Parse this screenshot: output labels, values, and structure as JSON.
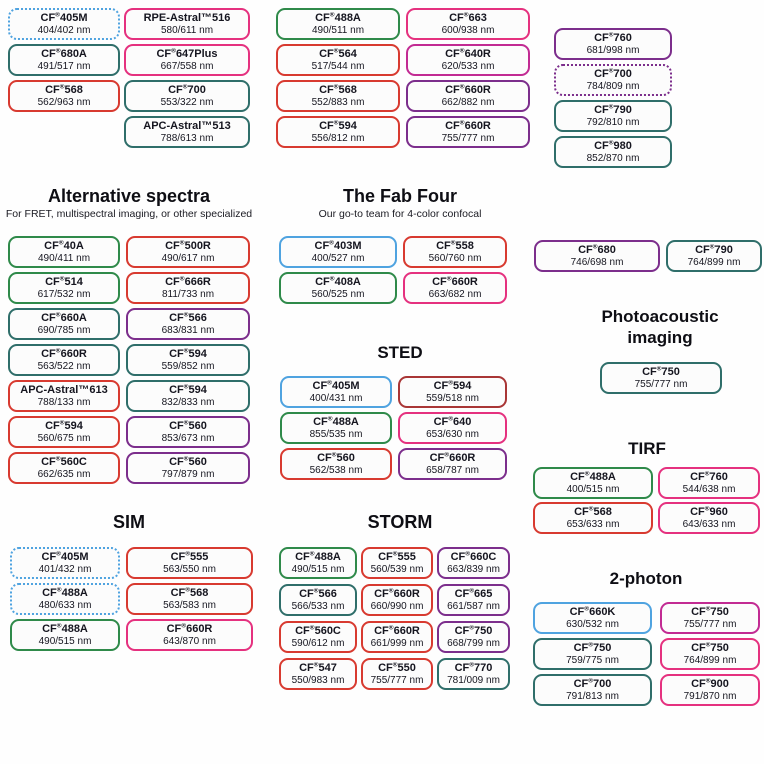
{
  "palette": {
    "blue": "#4fa3e0",
    "green": "#2f8a4a",
    "teal": "#2f6e6a",
    "red": "#d83a30",
    "pink": "#e5317f",
    "magenta": "#c22b93",
    "purple": "#7c2e8c",
    "darkred": "#a93636"
  },
  "sections": {
    "top_left_col1": {
      "pills": [
        {
          "name": "CF®405M",
          "range": "404/402 nm",
          "color": "blue",
          "style": "dotted"
        },
        {
          "name": "CF®680A",
          "range": "491/517 nm",
          "color": "teal"
        },
        {
          "name": "CF®568",
          "range": "562/963 nm",
          "color": "red"
        }
      ]
    },
    "top_left_col2": {
      "pills": [
        {
          "name": "RPE-Astral™516",
          "range": "580/611 nm",
          "color": "pink"
        },
        {
          "name": "CF®647Plus",
          "range": "667/558 nm",
          "color": "pink"
        },
        {
          "name": "CF®700",
          "range": "553/322 nm",
          "color": "teal"
        },
        {
          "name": "APC-Astral™513",
          "range": "788/613 nm",
          "color": "teal"
        }
      ]
    },
    "top_mid": {
      "pills": [
        {
          "name": "CF®488A",
          "range": "490/511 nm",
          "color": "green"
        },
        {
          "name": "CF®663",
          "range": "600/938 nm",
          "color": "pink"
        },
        {
          "name": "CF®564",
          "range": "517/544 nm",
          "color": "red"
        },
        {
          "name": "CF®640R",
          "range": "620/533 nm",
          "color": "magenta"
        },
        {
          "name": "CF®568",
          "range": "552/883 nm",
          "color": "red"
        },
        {
          "name": "CF®660R",
          "range": "662/882 nm",
          "color": "purple"
        },
        {
          "name": "CF®594",
          "range": "556/812 nm",
          "color": "red"
        },
        {
          "name": "CF®660R",
          "range": "755/777 nm",
          "color": "purple"
        }
      ]
    },
    "top_right": {
      "pills": [
        {
          "name": "CF®760",
          "range": "681/998 nm",
          "color": "purple"
        },
        {
          "name": "CF®700",
          "range": "784/809 nm",
          "color": "purple",
          "style": "dotted"
        },
        {
          "name": "CF®790",
          "range": "792/810 nm",
          "color": "teal"
        },
        {
          "name": "CF®980",
          "range": "852/870 nm",
          "color": "teal"
        }
      ]
    },
    "alt_spectra": {
      "title": "Alternative spectra",
      "subtitle": "For FRET, multispectral imaging, or other specialized",
      "pills": [
        {
          "name": "CF®40A",
          "range": "490/411 nm",
          "color": "green"
        },
        {
          "name": "CF®500R",
          "range": "490/617 nm",
          "color": "red"
        },
        {
          "name": "CF®514",
          "range": "617/532 nm",
          "color": "green"
        },
        {
          "name": "CF®666R",
          "range": "811/733 nm",
          "color": "red"
        },
        {
          "name": "CF®660A",
          "range": "690/785 nm",
          "color": "teal"
        },
        {
          "name": "CF®566",
          "range": "683/831 nm",
          "color": "purple"
        },
        {
          "name": "CF®660R",
          "range": "563/522 nm",
          "color": "teal"
        },
        {
          "name": "CF®594",
          "range": "559/852 nm",
          "color": "teal"
        },
        {
          "name": "APC-Astral™613",
          "range": "788/133 nm",
          "color": "red"
        },
        {
          "name": "CF®594",
          "range": "832/833 nm",
          "color": "teal"
        },
        {
          "name": "CF®594",
          "range": "560/675 nm",
          "color": "red"
        },
        {
          "name": "CF®560",
          "range": "853/673 nm",
          "color": "purple"
        },
        {
          "name": "CF®560C",
          "range": "662/635 nm",
          "color": "red"
        },
        {
          "name": "CF®560",
          "range": "797/879 nm",
          "color": "purple"
        }
      ]
    },
    "fab_four": {
      "title": "The Fab Four",
      "subtitle": "Our go-to team for 4-color confocal",
      "pills": [
        {
          "name": "CF®403M",
          "range": "400/527 nm",
          "color": "blue"
        },
        {
          "name": "CF®558",
          "range": "560/760 nm",
          "color": "red"
        },
        {
          "name": "CF®408A",
          "range": "560/525 nm",
          "color": "green"
        },
        {
          "name": "CF®660R",
          "range": "663/682 nm",
          "color": "pink"
        }
      ]
    },
    "sted": {
      "title": "STED",
      "pills": [
        {
          "name": "CF®405M",
          "range": "400/431 nm",
          "color": "blue"
        },
        {
          "name": "CF®594",
          "range": "559/518 nm",
          "color": "darkred"
        },
        {
          "name": "CF®488A",
          "range": "855/535 nm",
          "color": "green"
        },
        {
          "name": "CF®640",
          "range": "653/630 nm",
          "color": "pink"
        },
        {
          "name": "CF®560",
          "range": "562/538 nm",
          "color": "red"
        },
        {
          "name": "CF®660R",
          "range": "658/787 nm",
          "color": "purple"
        }
      ]
    },
    "right_pair": {
      "pills": [
        {
          "name": "CF®680",
          "range": "746/698 nm",
          "color": "purple"
        },
        {
          "name": "CF®790",
          "range": "764/899 nm",
          "color": "teal"
        }
      ]
    },
    "photoacoustic": {
      "title": "Photoacoustic imaging",
      "pills": [
        {
          "name": "CF®750",
          "range": "755/777 nm",
          "color": "teal"
        }
      ]
    },
    "tirf": {
      "title": "TIRF",
      "pills": [
        {
          "name": "CF®488A",
          "range": "400/515 nm",
          "color": "green"
        },
        {
          "name": "CF®760",
          "range": "544/638 nm",
          "color": "pink"
        },
        {
          "name": "CF®568",
          "range": "653/633 nm",
          "color": "red"
        },
        {
          "name": "CF®960",
          "range": "643/633 nm",
          "color": "pink"
        }
      ]
    },
    "sim": {
      "title": "SIM",
      "pills": [
        {
          "name": "CF®405M",
          "range": "401/432 nm",
          "color": "blue",
          "style": "dotted"
        },
        {
          "name": "CF®555",
          "range": "563/550 nm",
          "color": "red"
        },
        {
          "name": "CF®488A",
          "range": "480/633 nm",
          "color": "blue",
          "style": "dotted"
        },
        {
          "name": "CF®568",
          "range": "563/583 nm",
          "color": "red"
        },
        {
          "name": "CF®488A",
          "range": "490/515 nm",
          "color": "green"
        },
        {
          "name": "CF®660R",
          "range": "643/870 nm",
          "color": "pink"
        }
      ]
    },
    "storm": {
      "title": "STORM",
      "pills": [
        {
          "name": "CF®488A",
          "range": "490/515 nm",
          "color": "green"
        },
        {
          "name": "CF®555",
          "range": "560/539 nm",
          "color": "red"
        },
        {
          "name": "CF®660C",
          "range": "663/839 nm",
          "color": "purple"
        },
        {
          "name": "CF®566",
          "range": "566/533 nm",
          "color": "teal"
        },
        {
          "name": "CF®660R",
          "range": "660/990 nm",
          "color": "red"
        },
        {
          "name": "CF®665",
          "range": "661/587 nm",
          "color": "purple"
        },
        {
          "name": "CF®560C",
          "range": "590/612 nm",
          "color": "red"
        },
        {
          "name": "CF®660R",
          "range": "661/999 nm",
          "color": "red"
        },
        {
          "name": "CF®750",
          "range": "668/799 nm",
          "color": "purple"
        },
        {
          "name": "CF®547",
          "range": "550/983 nm",
          "color": "red"
        },
        {
          "name": "CF®550",
          "range": "755/777 nm",
          "color": "red"
        },
        {
          "name": "CF®770",
          "range": "781/009 nm",
          "color": "teal"
        }
      ]
    },
    "two_photon": {
      "title": "2-photon",
      "pills": [
        {
          "name": "CF®660K",
          "range": "630/532 nm",
          "color": "blue"
        },
        {
          "name": "CF®750",
          "range": "755/777 nm",
          "color": "magenta"
        },
        {
          "name": "CF®750",
          "range": "759/775 nm",
          "color": "teal"
        },
        {
          "name": "CF®750",
          "range": "764/899 nm",
          "color": "pink"
        },
        {
          "name": "CF®700",
          "range": "791/813 nm",
          "color": "teal"
        },
        {
          "name": "CF®900",
          "range": "791/870 nm",
          "color": "pink"
        }
      ]
    }
  }
}
